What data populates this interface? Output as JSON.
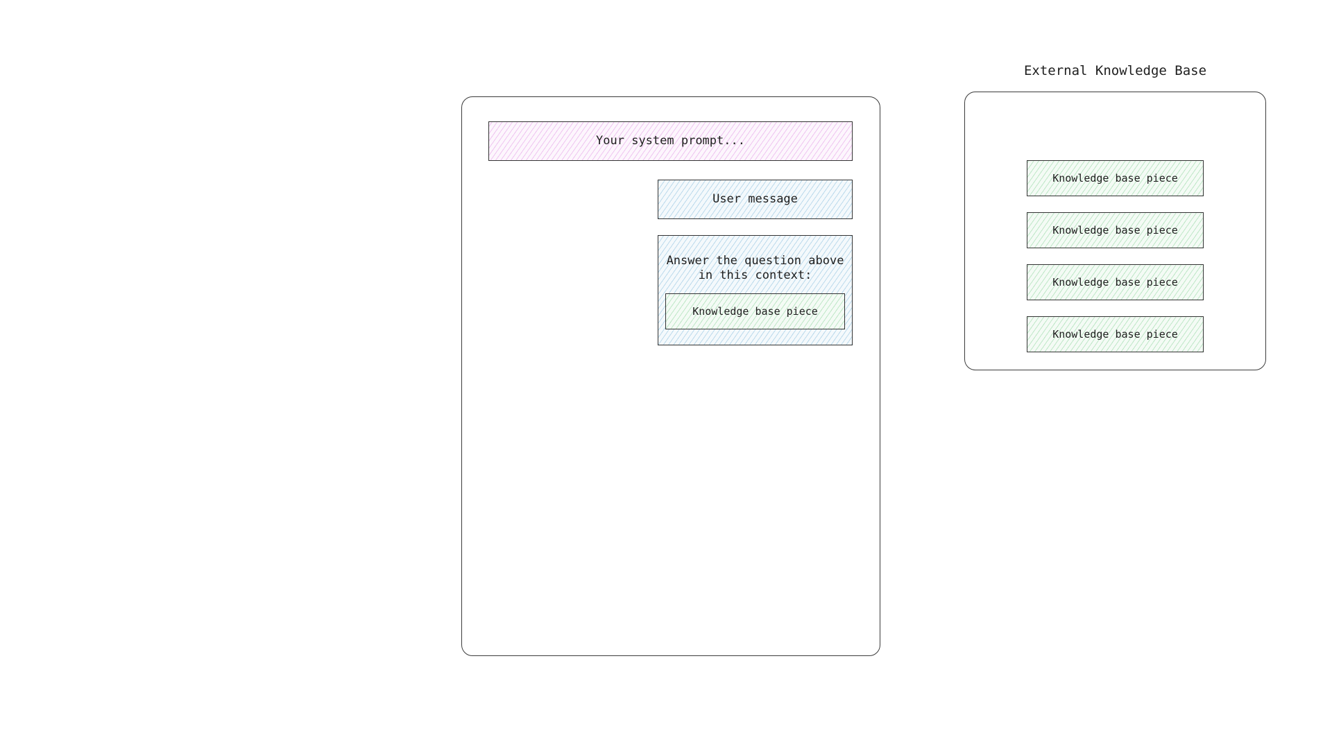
{
  "chat": {
    "system_prompt": "Your system prompt...",
    "user_message": "User message",
    "augmented": {
      "instruction_line1": "Answer the question above",
      "instruction_line2": "in this context:",
      "piece": "Knowledge base piece"
    }
  },
  "knowledge_base": {
    "title": "External Knowledge Base",
    "pieces": [
      "Knowledge base piece",
      "Knowledge base piece",
      "Knowledge base piece",
      "Knowledge base piece"
    ]
  },
  "colors": {
    "system_prompt_fill": "#e9b8ee",
    "user_message_fill": "#a9d3ea",
    "knowledge_piece_fill": "#b4e4bd",
    "stroke": "#333333"
  }
}
